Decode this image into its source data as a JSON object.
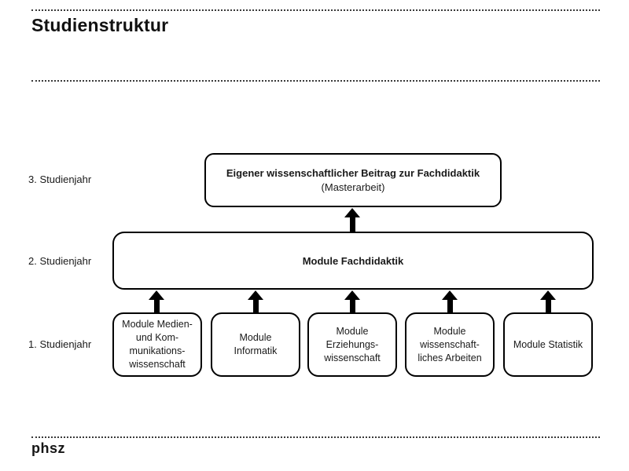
{
  "header": {
    "title": "Studienstruktur"
  },
  "diagram": {
    "year_labels": [
      {
        "label": "3. Studienjahr"
      },
      {
        "label": "2. Studienjahr"
      },
      {
        "label": "1. Studienjahr"
      }
    ],
    "top_box": {
      "title": "Eigener wissenschaftlicher Beitrag zur Fachdidaktik",
      "subtitle": "(Masterarbeit)"
    },
    "middle_box": {
      "title": "Module Fachdidaktik"
    },
    "bottom_boxes": [
      {
        "label": "Module Medien-\nund Kom-\nmunikations-\nwissenschaft"
      },
      {
        "label": "Module\nInformatik"
      },
      {
        "label": "Module\nErziehungs-\nwissenschaft"
      },
      {
        "label": "Module\nwissenschaft-\nliches Arbeiten"
      },
      {
        "label": "Module Statistik"
      }
    ],
    "colors": {
      "ink": "#000000",
      "background": "#ffffff"
    }
  },
  "footer": {
    "logo": "phsz"
  }
}
